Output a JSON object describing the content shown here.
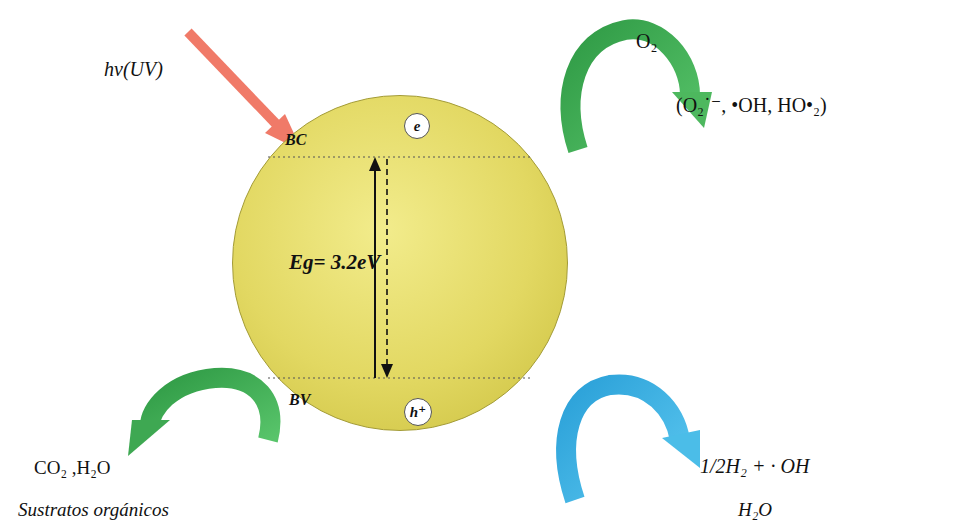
{
  "diagram": {
    "nodes": [
      {
        "text": [
          "BC",
          "Eg= 3.2eV",
          "BV"
        ]
      },
      {
        "text": [
          "e"
        ],
        "in": 0
      },
      {
        "text": [
          "h⁺"
        ],
        "in": 0
      }
    ],
    "labels": [
      "hν(UV)",
      "O₂",
      "(O₂˙⁻, •OH, HO•₂)",
      "1/2H₂ + · OH",
      "H₂O",
      "CO₂ ,H₂O",
      "Sustratos orgánicos"
    ]
  }
}
